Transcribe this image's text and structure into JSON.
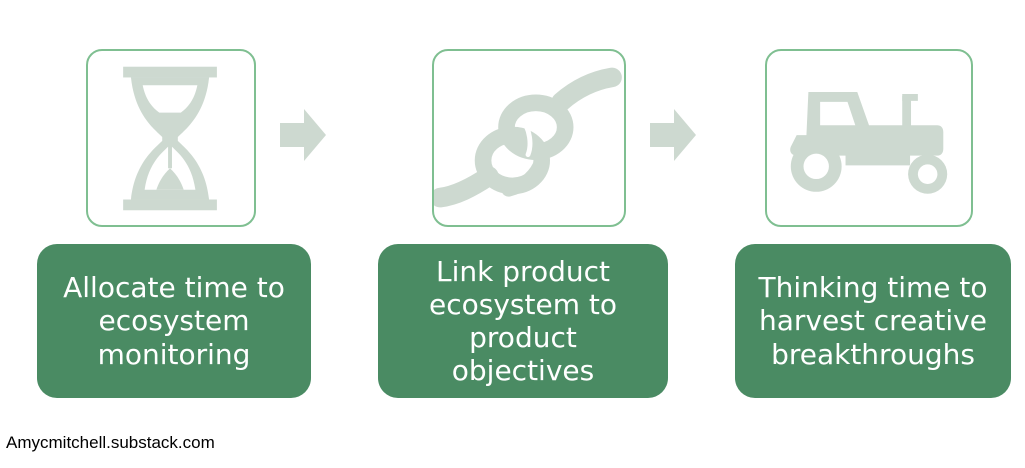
{
  "steps": [
    {
      "icon": "hourglass-icon",
      "label": "Allocate time to ecosystem monitoring"
    },
    {
      "icon": "knot-icon",
      "label": "Link product ecosystem to product objectives"
    },
    {
      "icon": "tractor-icon",
      "label": "Thinking time to harvest creative breakthroughs"
    }
  ],
  "footer": "Amycmitchell.substack.com",
  "colors": {
    "icon_fill": "#cdd9d0",
    "box_border": "#7fbf91",
    "label_bg": "#4a8b63",
    "label_text": "#ffffff"
  }
}
